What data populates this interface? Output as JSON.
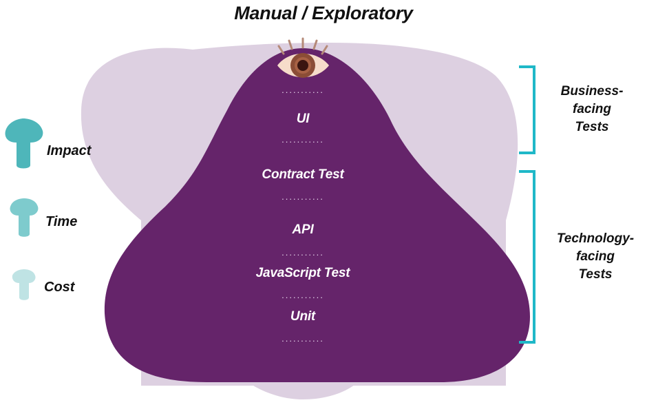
{
  "title": "Manual / Exploratory",
  "layers": {
    "ui": "UI",
    "contract": "Contract Test",
    "api": "API",
    "javascript": "JavaScript Test",
    "unit": "Unit"
  },
  "dots": "...........",
  "legend": {
    "impact": "Impact",
    "time": "Time",
    "cost": "Cost"
  },
  "groups": {
    "business": {
      "line1": "Business-",
      "line2": "facing",
      "line3": "Tests"
    },
    "technology": {
      "line1": "Technology-",
      "line2": "facing",
      "line3": "Tests"
    }
  },
  "colors": {
    "outer_blob": "#ddd0e1",
    "inner_blob": "#65246a",
    "bracket": "#1fb8c8",
    "arrow_strong": "#4eb6ba",
    "arrow_medium": "#7ecbcd",
    "arrow_light": "#bfe3e4",
    "eye_skin": "#f6dcca",
    "eye_iris": "#8b4d36",
    "eye_pupil": "#3a1510",
    "lash": "#b58a78"
  }
}
